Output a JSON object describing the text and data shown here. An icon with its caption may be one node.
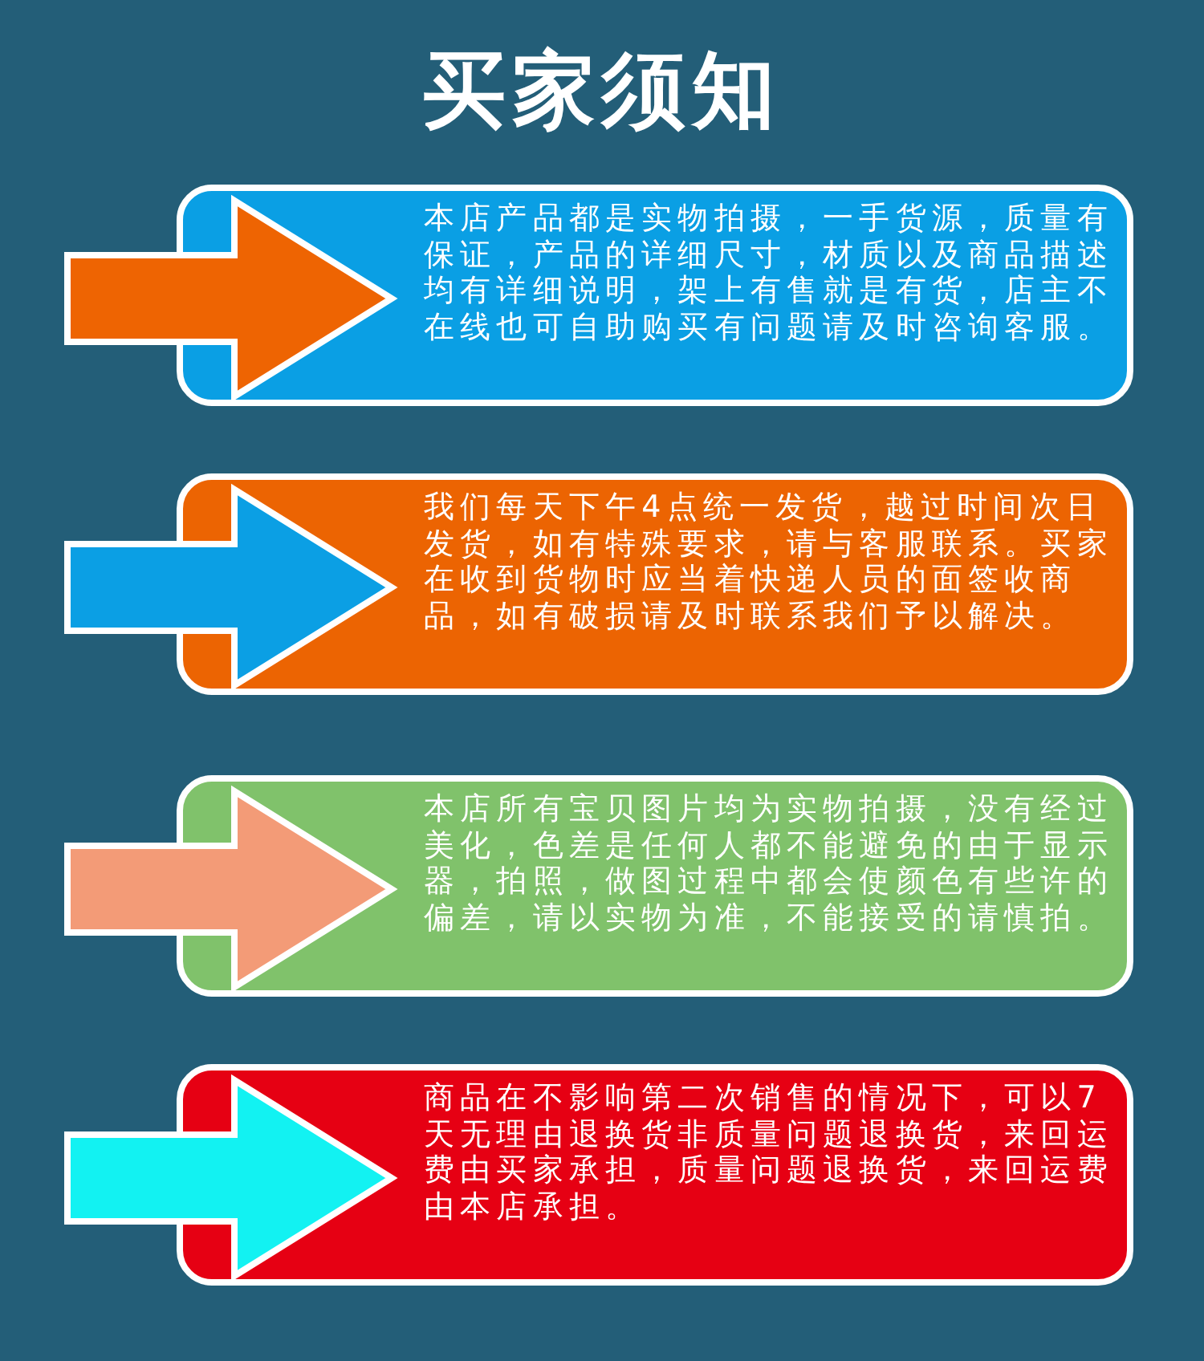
{
  "diagram": {
    "title": "买家须知",
    "nodes": [
      {
        "text": [
          "本店产品都是实物拍摄，一手货源，质量有保证，产品的详细尺寸，材质以及商品描述均有详细说明，架上有售就是有货，店主不在线也可自助购买有问题请及时咨询客服。"
        ]
      },
      {
        "text": [
          "我们每天下午4点统一发货，越过时间次日发货，如有特殊要求，请与客服联系。买家在收到货物时应当着快递人员的面签收商品，如有破损请及时联系我们予以解决。"
        ]
      },
      {
        "text": [
          "本店所有宝贝图片均为实物拍摄，没有经过美化，色差是任何人都不能避免的由于显示器，拍照，做图过程中都会使颜色有些许的偏差，请以实物为准，不能接受的请慎拍。"
        ]
      },
      {
        "text": [
          "商品在不影响第二次销售的情况下，可以7天无理由退换货非质量问题退换货，来回运费由买家承担，质量问题退换货，来回运费由本店承担。"
        ]
      }
    ]
  }
}
